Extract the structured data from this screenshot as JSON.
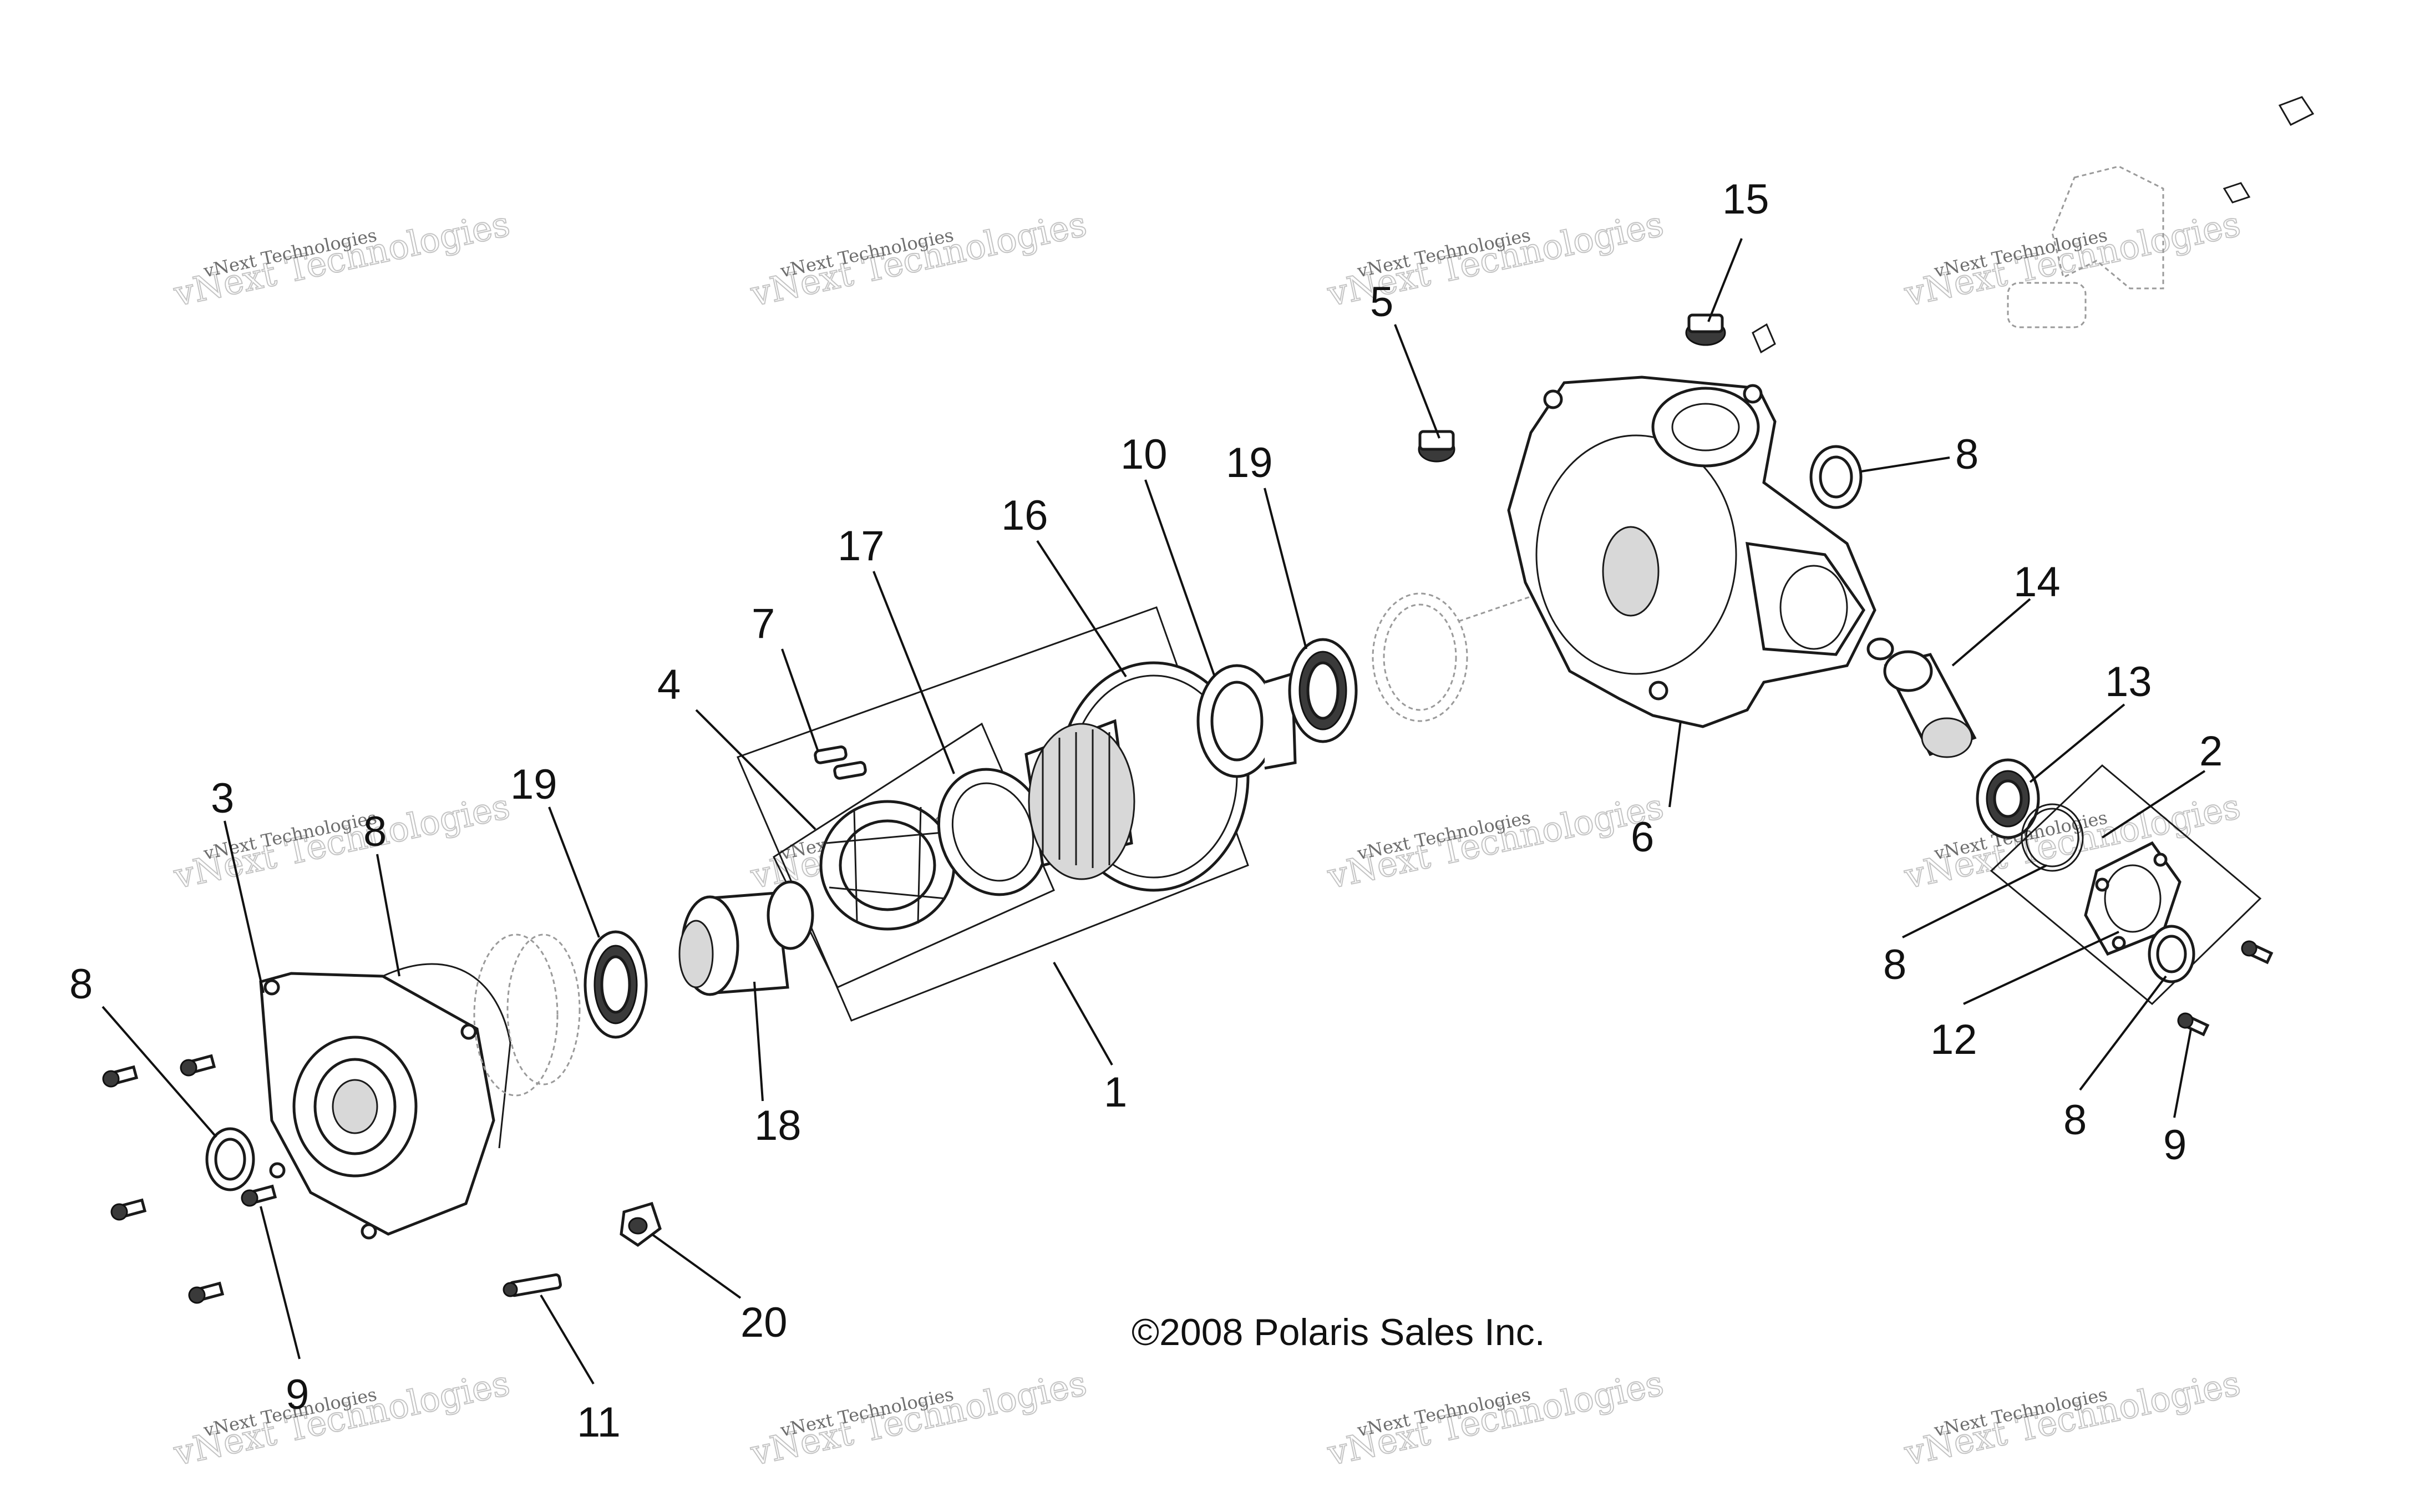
{
  "copyright": "©2008  Polaris Sales Inc.",
  "watermark": {
    "line1": "vNext Technologies",
    "line2": "vNext Technologies"
  },
  "callouts": {
    "c1": "1",
    "c2": "2",
    "c3": "3",
    "c4": "4",
    "c5": "5",
    "c6": "6",
    "c7": "7",
    "c8a": "8",
    "c8b": "8",
    "c8c": "8",
    "c8d": "8",
    "c8e": "8",
    "c9a": "9",
    "c9b": "9",
    "c10": "10",
    "c11": "11",
    "c12": "12",
    "c13": "13",
    "c14": "14",
    "c15": "15",
    "c16": "16",
    "c17": "17",
    "c18": "18",
    "c19a": "19",
    "c19b": "19",
    "c20": "20"
  }
}
